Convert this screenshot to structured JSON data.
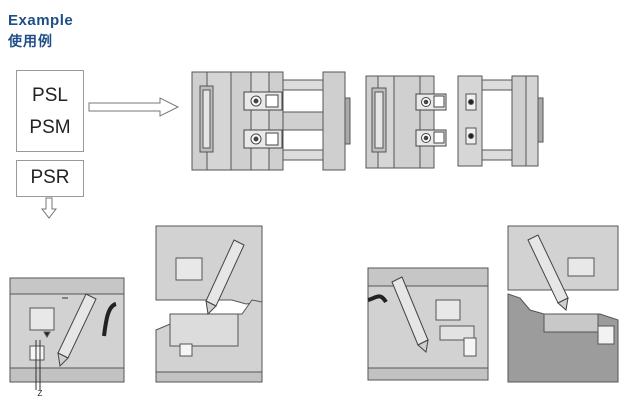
{
  "header": {
    "title": "Example",
    "subtitle": "使用例"
  },
  "models": {
    "box1": [
      "PSL",
      "PSM"
    ],
    "box2": "PSR"
  },
  "diagram_labels": {
    "dimension_z": "Z"
  },
  "colors": {
    "heading": "#1f4e86",
    "mold_gray": "#cfcfcf",
    "mold_dark": "#9c9c9c",
    "line": "#555555",
    "cable": "#222222"
  }
}
